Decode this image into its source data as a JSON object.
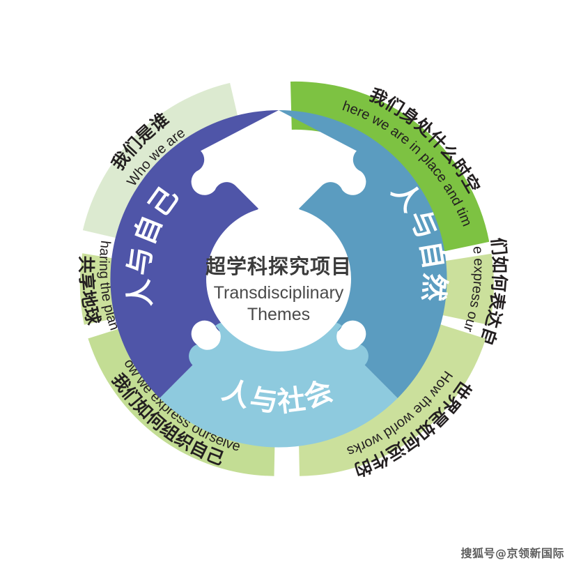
{
  "diagram": {
    "title_cn": "超学科探究项目",
    "title_en_line1": "Transdisciplinary",
    "title_en_line2": "Themes",
    "colors": {
      "background": "#ffffff",
      "outer_pale_green": "#dcead0",
      "outer_bright_green": "#7dc242",
      "outer_light_green": "#cbe09c",
      "outer_mid_green": "#c3dd94",
      "inner_dark_blue": "#4f55a8",
      "inner_mid_blue": "#5b9cc0",
      "inner_light_blue": "#8ecade",
      "text_dark": "#231f20",
      "text_white": "#ffffff"
    },
    "outer_segments": [
      {
        "id": "who-we-are",
        "cn": "我们是谁",
        "en": "Who we are",
        "color": "#dcead0",
        "position": "top-left"
      },
      {
        "id": "where-we-are-in-place-and-time",
        "cn": "我们身处什么时空",
        "en": "Where we are in place and time",
        "color": "#7dc242",
        "position": "top-right"
      },
      {
        "id": "how-we-express-ourselves",
        "cn": "我们如何表达自己",
        "en": "How we express ourselves",
        "color": "#cbe09c",
        "position": "right"
      },
      {
        "id": "how-the-world-works",
        "cn": "世界是如何运作的",
        "en": "How the world works",
        "color": "#cbe09c",
        "position": "bottom-right"
      },
      {
        "id": "how-we-organize-ourselves",
        "cn": "我们如何组织自己",
        "en": "How we express ourselves",
        "color": "#c3dd94",
        "position": "bottom-left"
      },
      {
        "id": "sharing-the-planet",
        "cn": "共享地球",
        "en": "Sharing the planet",
        "color": "#cbe09c",
        "position": "left"
      }
    ],
    "inner_pieces": [
      {
        "id": "self",
        "cn": "人与自己",
        "color": "#4f55a8",
        "position": "left"
      },
      {
        "id": "nature",
        "cn": "人与自然",
        "color": "#5b9cc0",
        "position": "right"
      },
      {
        "id": "society",
        "cn": "人与社会",
        "color": "#8ecade",
        "position": "bottom"
      }
    ]
  },
  "watermark": {
    "text": "搜狐号@京领新国际"
  }
}
